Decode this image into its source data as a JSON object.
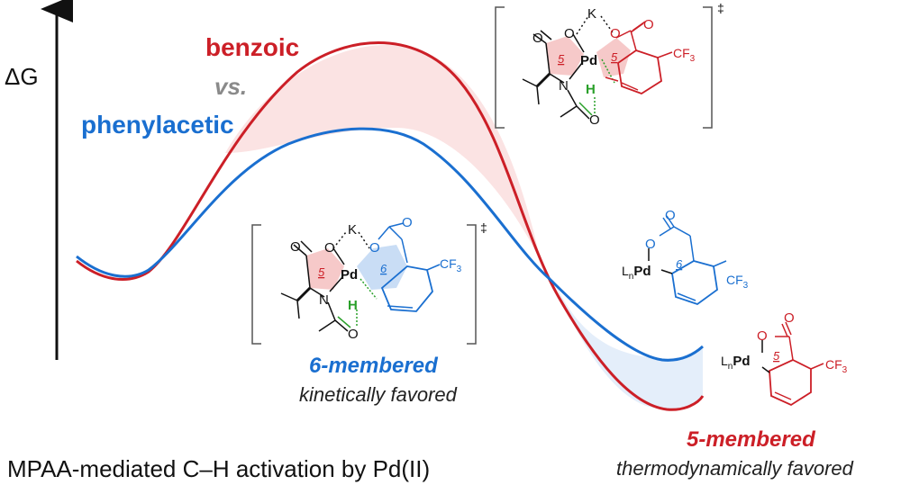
{
  "axis": {
    "label": "ΔG"
  },
  "legend": {
    "benzoic": "benzoic",
    "vs": "vs.",
    "phenylacetic": "phenylacetic"
  },
  "caption": "MPAA-mediated C–H activation by Pd(II)",
  "six_membered": {
    "title": "6-membered",
    "subtitle": "kinetically favored"
  },
  "five_membered": {
    "title": "5-membered",
    "subtitle": "thermodynamically favored"
  },
  "atoms": {
    "O": "O",
    "K": "K",
    "Pd": "Pd",
    "N": "N",
    "H": "H",
    "Ln": "L",
    "Ln_sub": "n",
    "CF": "CF",
    "CF_sub": "3",
    "ring5": "5",
    "ring6": "6",
    "dagger": "‡"
  },
  "colors": {
    "benzoic": "#cc1f27",
    "phenylacetic": "#1a6fd0",
    "hbond": "#2aa02a",
    "fill_red": "#fbe3e3",
    "fill_blue": "#e4eefa",
    "fill_pink_ring": "#f6c9c9",
    "fill_blue_ring": "#c9ddf5",
    "gray": "#8a8a8a",
    "black": "#111111"
  }
}
